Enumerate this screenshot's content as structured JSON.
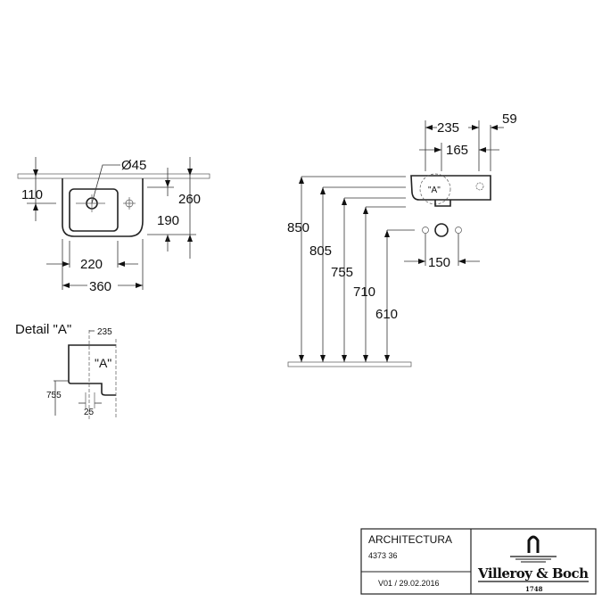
{
  "top_view": {
    "diameter": "Ø45",
    "d110": "110",
    "d260": "260",
    "d190": "190",
    "d220": "220",
    "d360": "360"
  },
  "side_view": {
    "d235": "235",
    "d59": "59",
    "d165": "165",
    "d150": "150",
    "d850": "850",
    "d805": "805",
    "d755": "755",
    "d710": "710",
    "d610": "610",
    "marker": "\"A\""
  },
  "detail": {
    "title": "Detail \"A\"",
    "d235": "235",
    "d755": "755",
    "d25": "25",
    "marker": "\"A\""
  },
  "title_block": {
    "series": "ARCHITECTURA",
    "article": "4373 36",
    "version": "V01 / 29.02.2016",
    "brand": "Villeroy & Boch",
    "year": "1748"
  }
}
